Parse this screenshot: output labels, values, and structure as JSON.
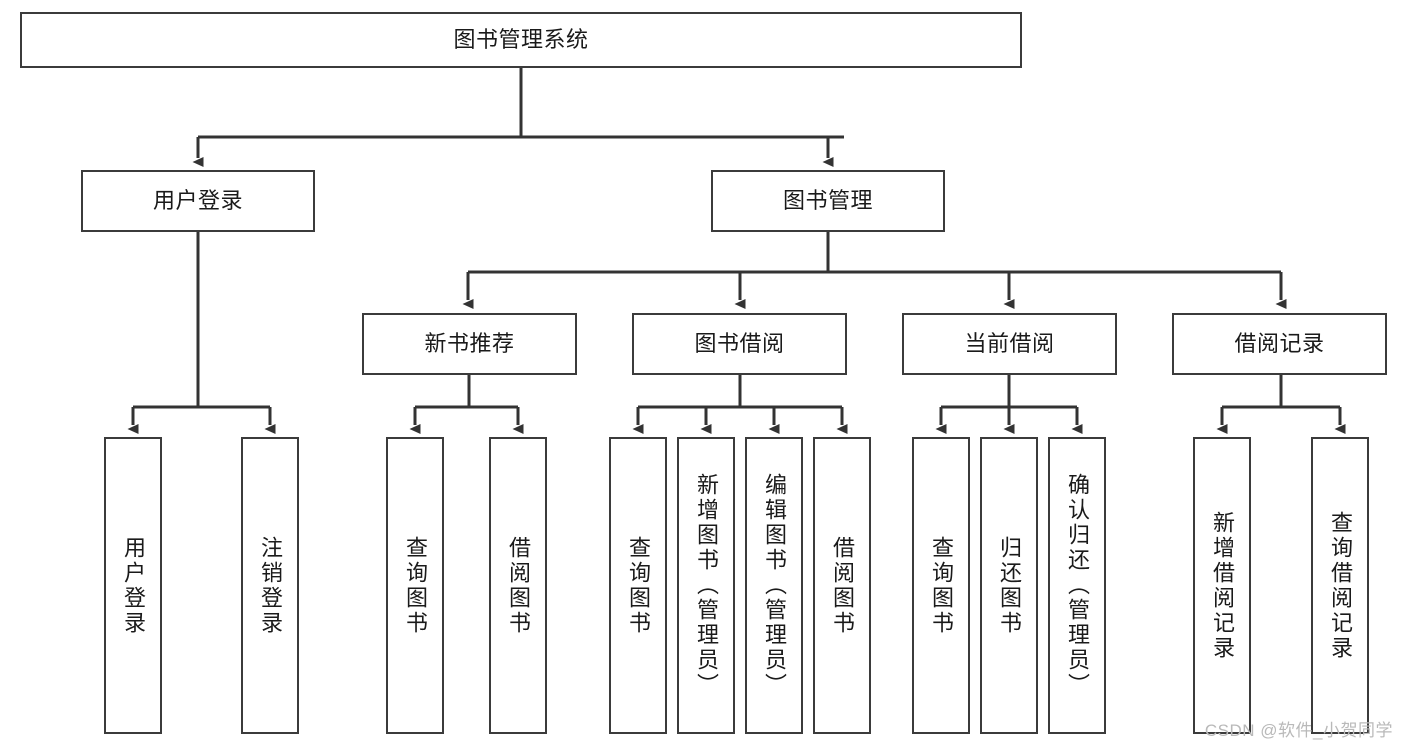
{
  "diagram": {
    "type": "tree",
    "title": "图书管理系统",
    "orientation": "top-down",
    "colors": {
      "box_border": "#3b3b3b",
      "box_fill": "#ffffff",
      "line": "#333333",
      "text": "#1a1a1a",
      "watermark": "#b9b9b9"
    },
    "root": {
      "label": "图书管理系统"
    },
    "level1": [
      {
        "label": "用户登录"
      },
      {
        "label": "图书管理"
      }
    ],
    "level2": [
      {
        "label": "新书推荐",
        "parent": "图书管理"
      },
      {
        "label": "图书借阅",
        "parent": "图书管理"
      },
      {
        "label": "当前借阅",
        "parent": "图书管理"
      },
      {
        "label": "借阅记录",
        "parent": "图书管理"
      }
    ],
    "leaves": {
      "用户登录": [
        {
          "label": "用户登录"
        },
        {
          "label": "注销登录"
        }
      ],
      "新书推荐": [
        {
          "label": "查询图书"
        },
        {
          "label": "借阅图书"
        }
      ],
      "图书借阅": [
        {
          "label": "查询图书"
        },
        {
          "label": "新增图书（管理员）"
        },
        {
          "label": "编辑图书（管理员）"
        },
        {
          "label": "借阅图书"
        }
      ],
      "当前借阅": [
        {
          "label": "查询图书"
        },
        {
          "label": "归还图书"
        },
        {
          "label": "确认归还（管理员）"
        }
      ],
      "借阅记录": [
        {
          "label": "新增借阅记录"
        },
        {
          "label": "查询借阅记录"
        }
      ]
    }
  },
  "watermark": {
    "text": "CSDN @软件_小贺同学"
  }
}
